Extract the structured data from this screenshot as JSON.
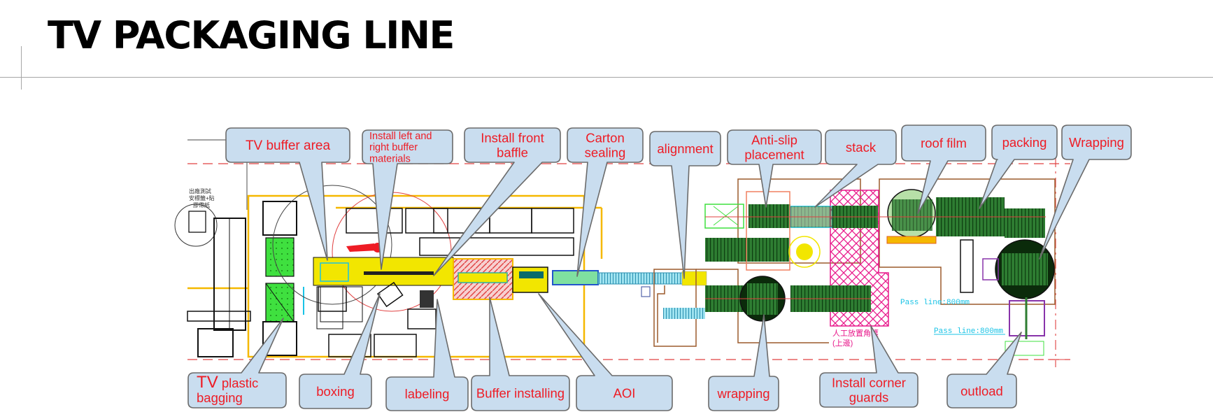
{
  "title": "TV PACKAGING LINE",
  "colors": {
    "callout_fill": "#c9ddef",
    "callout_stroke": "#6b6b6b",
    "callout_text": "#ee1c25",
    "conveyor_green": "#2e7d32",
    "safety_yellow": "#f2e600",
    "fence_orange": "#f5b800",
    "hatch_magenta": "#e8198b",
    "cyan": "#19c3e6",
    "wall_brown": "#9c5a2c",
    "axis_red": "#e04040"
  },
  "callouts_top": [
    {
      "id": "tv-buffer-area",
      "lines": [
        "TV buffer area"
      ]
    },
    {
      "id": "install-left-right-buffer",
      "lines": [
        "Install left and",
        "right buffer",
        "materials"
      ]
    },
    {
      "id": "install-front-baffle",
      "lines": [
        "Install front",
        "baffle"
      ]
    },
    {
      "id": "carton-sealing",
      "lines": [
        "Carton",
        "sealing"
      ]
    },
    {
      "id": "alignment",
      "lines": [
        "alignment"
      ]
    },
    {
      "id": "anti-slip-placement",
      "lines": [
        "Anti-slip",
        "placement"
      ]
    },
    {
      "id": "stack",
      "lines": [
        "stack"
      ]
    },
    {
      "id": "roof-film",
      "lines": [
        "roof film"
      ]
    },
    {
      "id": "packing",
      "lines": [
        "packing"
      ]
    },
    {
      "id": "wrapping-top",
      "lines": [
        "Wrapping"
      ]
    }
  ],
  "callouts_bottom": [
    {
      "id": "tv-plastic-bagging",
      "lines": [
        "TV plastic",
        "bagging"
      ],
      "big_prefix": "TV",
      "rest": " plastic"
    },
    {
      "id": "boxing",
      "lines": [
        "boxing"
      ]
    },
    {
      "id": "labeling",
      "lines": [
        "labeling"
      ]
    },
    {
      "id": "buffer-installing",
      "lines": [
        "Buffer installing"
      ]
    },
    {
      "id": "aoi",
      "lines": [
        "AOI"
      ]
    },
    {
      "id": "wrapping-bottom",
      "lines": [
        "wrapping"
      ]
    },
    {
      "id": "install-corner-guards",
      "lines": [
        "Install corner",
        "guards"
      ]
    },
    {
      "id": "outload",
      "lines": [
        "outload"
      ]
    }
  ],
  "drawing_annotations": {
    "pass_line_1": "Pass line:800mm",
    "pass_line_2": "Pass line:800mm",
    "manual_corner_note": [
      "人工放置角護",
      "(上邊)"
    ],
    "station_note": [
      "出廠測試",
      "安標籤+貼",
      "膠帶紙"
    ]
  }
}
